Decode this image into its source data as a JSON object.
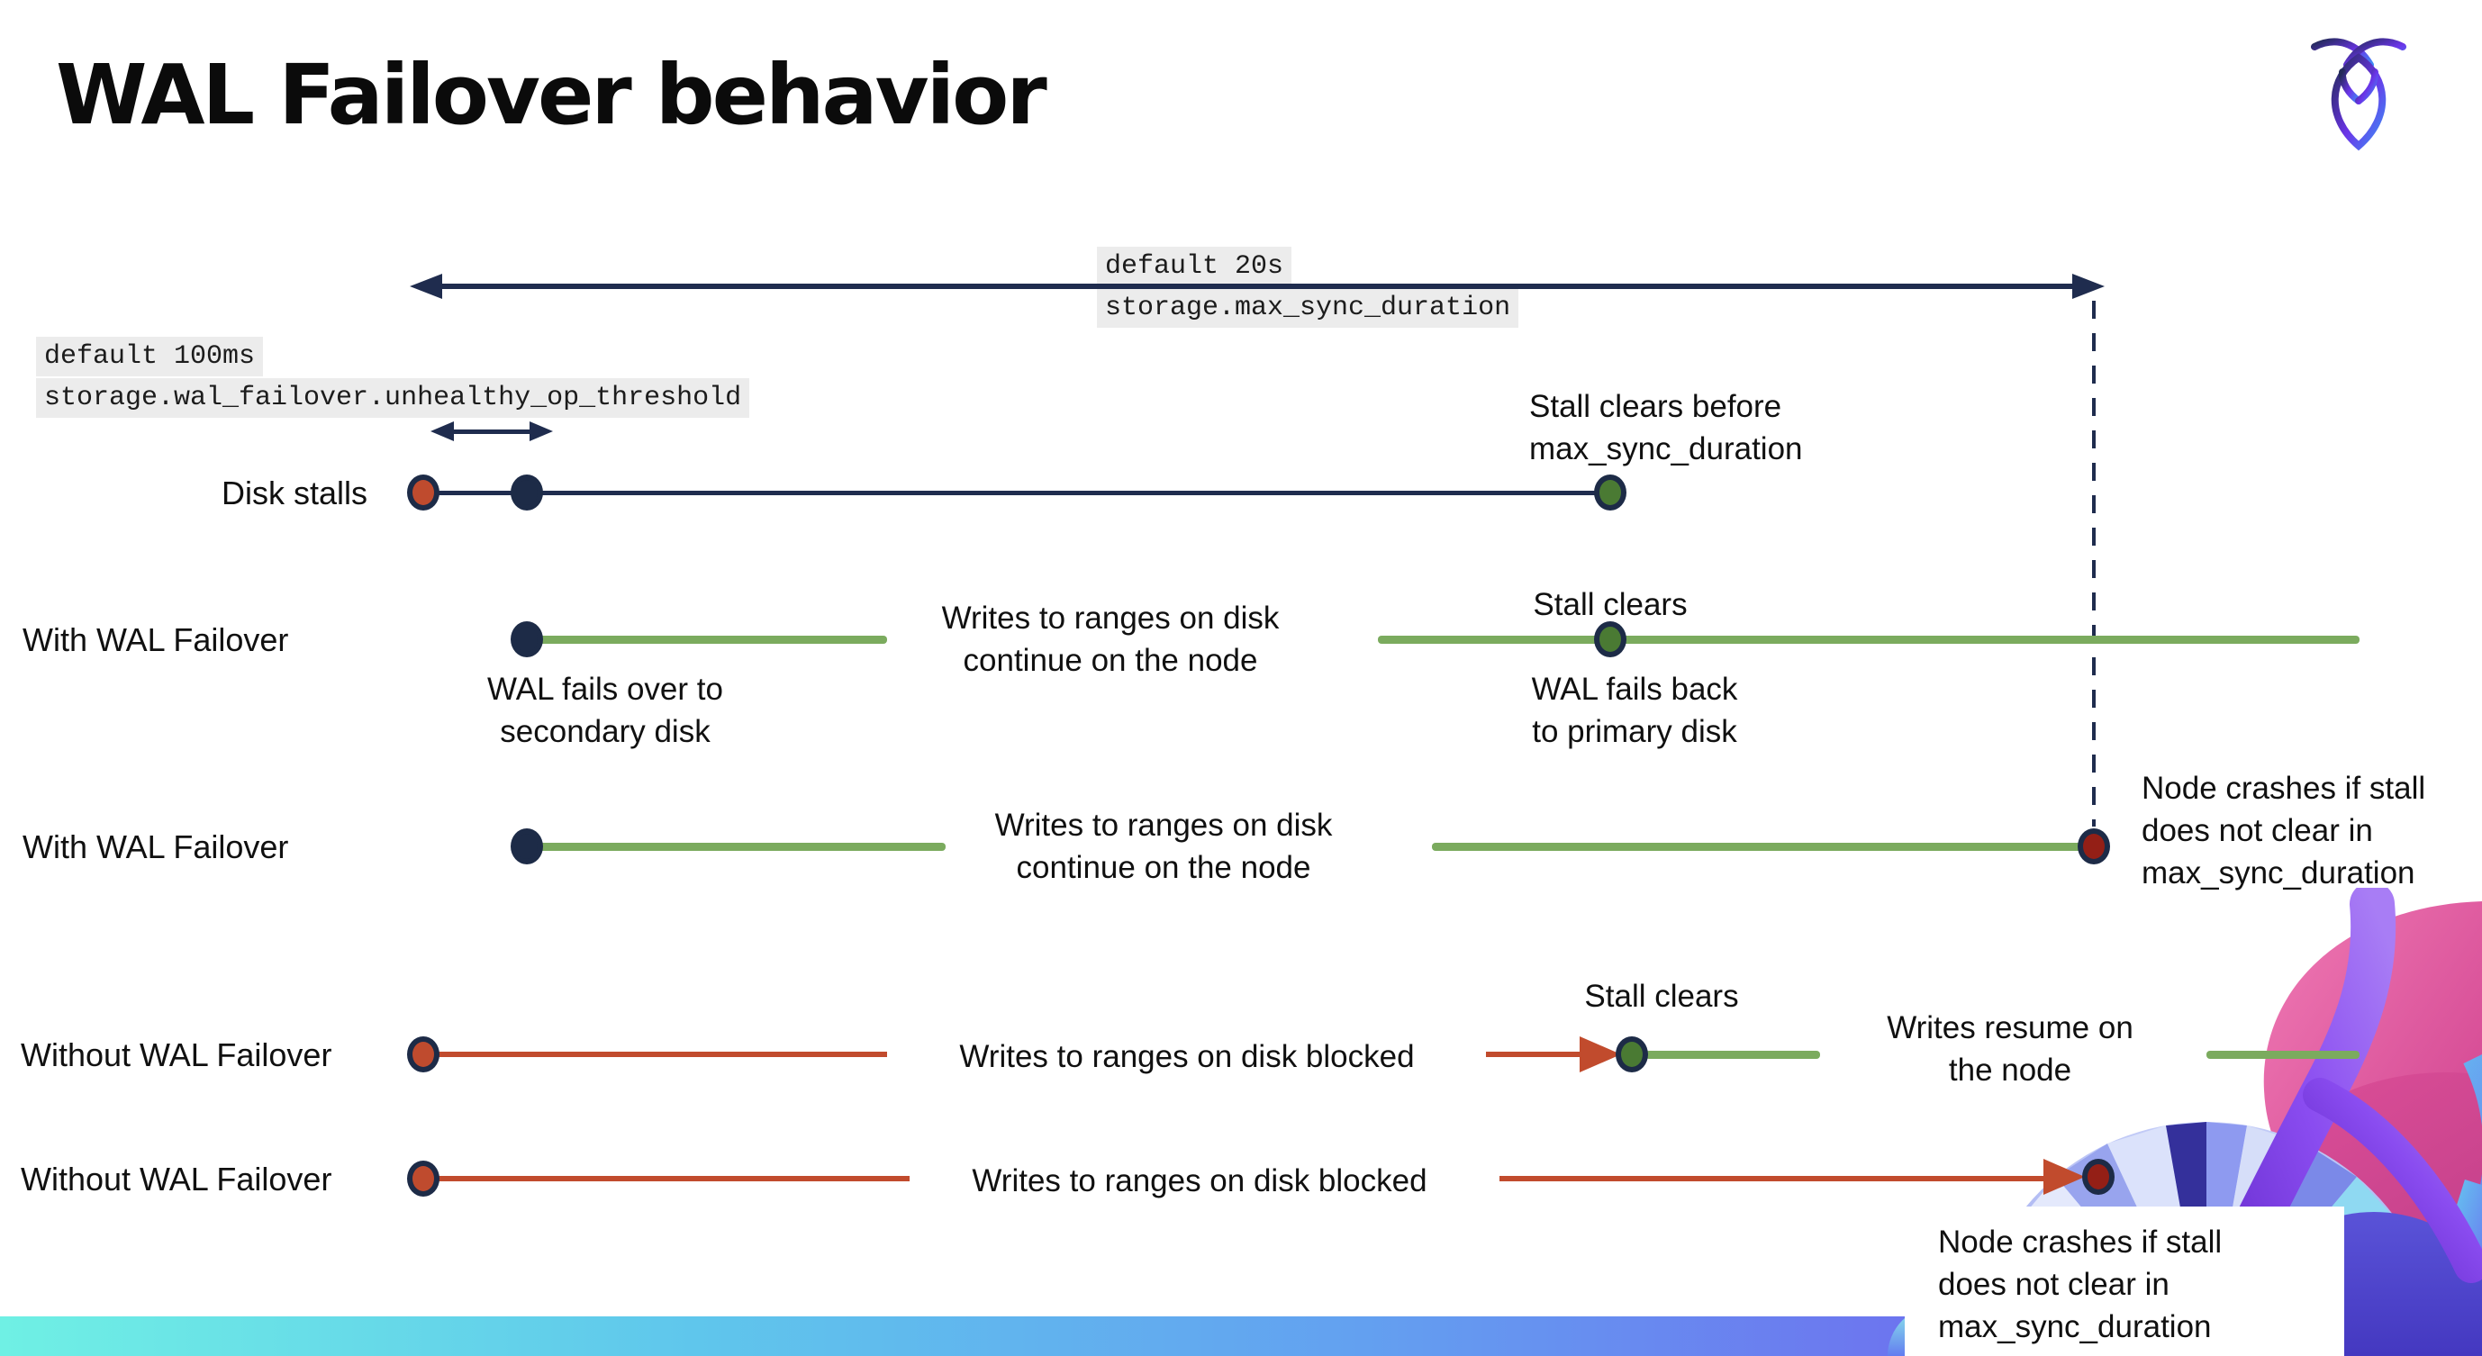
{
  "header": {
    "title": "WAL Failover behavior",
    "logo": "cockroachdb-logo-mark"
  },
  "settings": {
    "max_sync_duration": {
      "default_label": "default 20s",
      "setting_name": "storage.max_sync_duration"
    },
    "unhealthy_op_threshold": {
      "default_label": "default 100ms",
      "setting_name": "storage.wal_failover.unhealthy_op_threshold"
    }
  },
  "rows": [
    {
      "label": "Disk stalls"
    },
    {
      "label": "With WAL Failover"
    },
    {
      "label": "With WAL Failover"
    },
    {
      "label": "Without WAL Failover"
    },
    {
      "label": "Without WAL Failover"
    }
  ],
  "annotations": {
    "stall_clears_before": "Stall clears before\nmax_sync_duration",
    "writes_continue": "Writes to ranges on disk\ncontinue on the node",
    "wal_fails_over": "WAL fails over to\nsecondary disk",
    "stall_clears": "Stall clears",
    "wal_fails_back": "WAL fails  back\nto primary disk",
    "node_crashes": "Node crashes if stall\ndoes not clear in\nmax_sync_duration",
    "writes_blocked": "Writes to ranges on disk  blocked",
    "writes_resume": "Writes resume on\nthe node"
  },
  "colors": {
    "navy": "#1f2c4e",
    "green_line": "#7bab5e",
    "green_dot": "#4a7a33",
    "red_line": "#c14b2d",
    "red_dot": "#bf4b2e",
    "maroon_dot": "#941f16",
    "code_background": "#ececec",
    "bottom_bar_gradient": [
      "#6ff0e4",
      "#5fc6ec",
      "#63a0f0",
      "#6d72ef",
      "#7e57f0"
    ]
  }
}
